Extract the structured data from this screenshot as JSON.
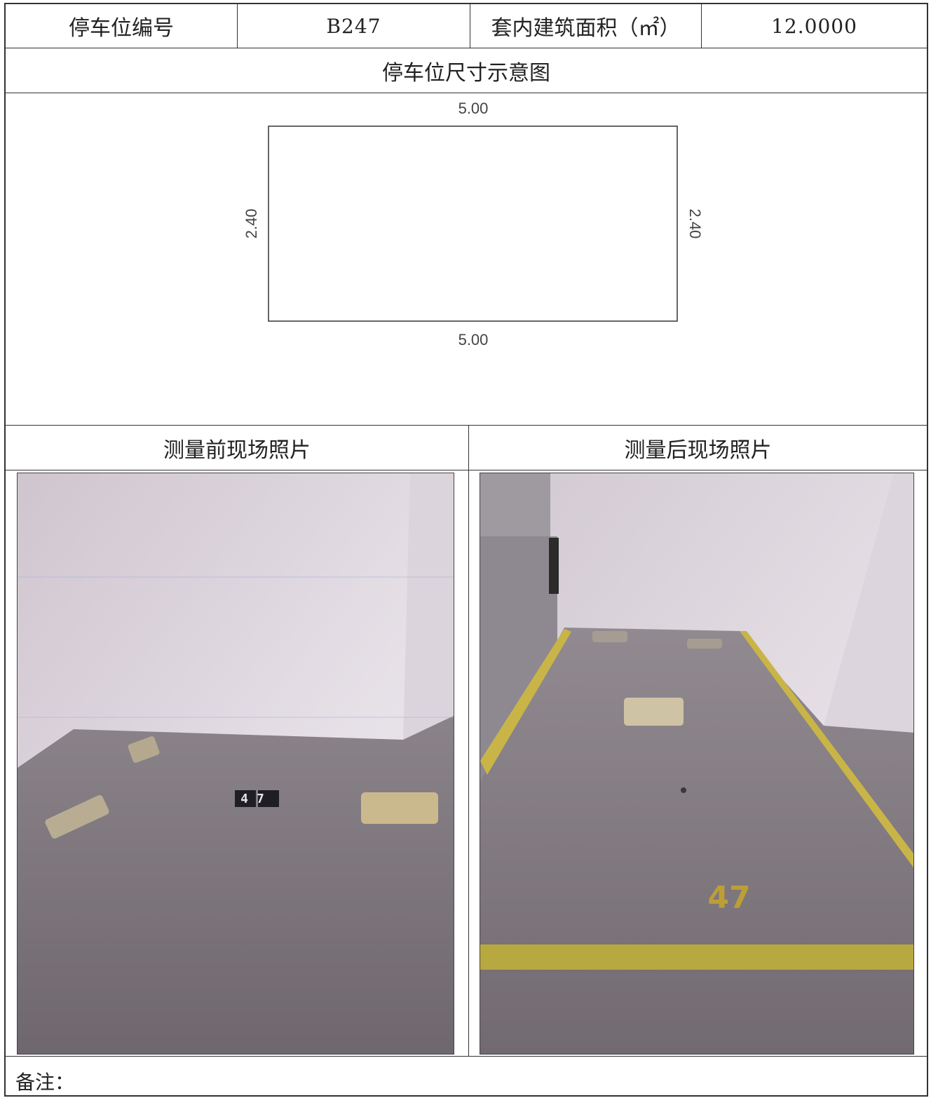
{
  "header": {
    "space_no_label": "停车位编号",
    "space_no_value": "B247",
    "area_label": "套内建筑面积（㎡）",
    "area_value": "12.0000"
  },
  "diagram": {
    "title": "停车位尺寸示意图",
    "top_length": "5.00",
    "bottom_length": "5.00",
    "left_width": "2.40",
    "right_width": "2.40"
  },
  "photos": {
    "before_label": "测量前现场照片",
    "after_label": "测量后现场照片",
    "before_marker_text": "47",
    "after_floor_number": "47",
    "colors": {
      "wall": "#e3dde4",
      "floor": "#7a7479",
      "parking_line": "#d8c02c"
    }
  },
  "remark": {
    "label": "备注："
  }
}
